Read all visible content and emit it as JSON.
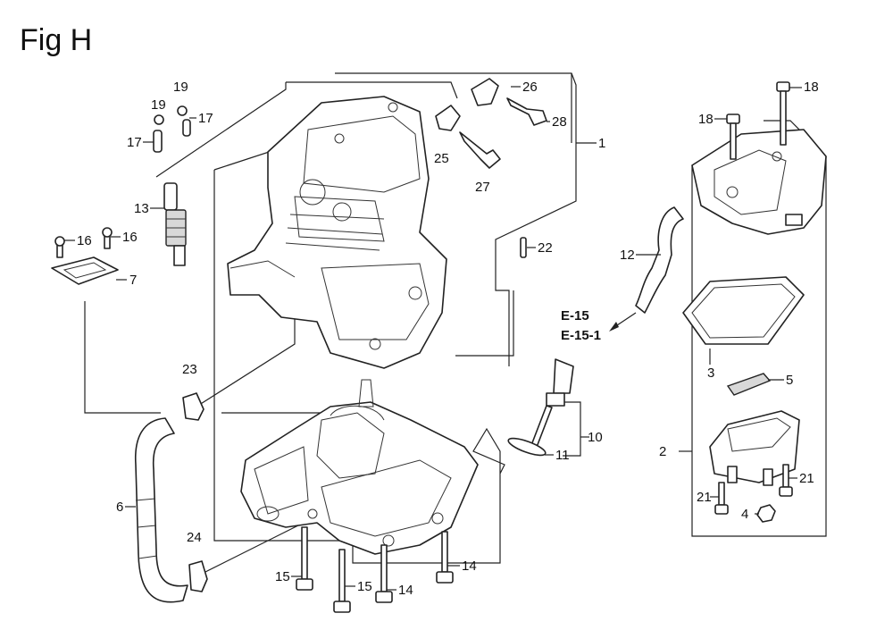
{
  "title": "Fig H",
  "refs": [
    "E-15",
    "E-15-1"
  ],
  "callouts": {
    "c1": "1",
    "c2": "2",
    "c3": "3",
    "c4": "4",
    "c5": "5",
    "c6": "6",
    "c7": "7",
    "c10": "10",
    "c11": "11",
    "c12": "12",
    "c13": "13",
    "c14a": "14",
    "c14b": "14",
    "c15a": "15",
    "c15b": "15",
    "c16a": "16",
    "c16b": "16",
    "c17a": "17",
    "c17b": "17",
    "c18a": "18",
    "c18b": "18",
    "c19a": "19",
    "c19b": "19",
    "c21a": "21",
    "c21b": "21",
    "c22": "22",
    "c23": "23",
    "c24": "24",
    "c25": "25",
    "c26": "26",
    "c27": "27",
    "c28": "28"
  }
}
